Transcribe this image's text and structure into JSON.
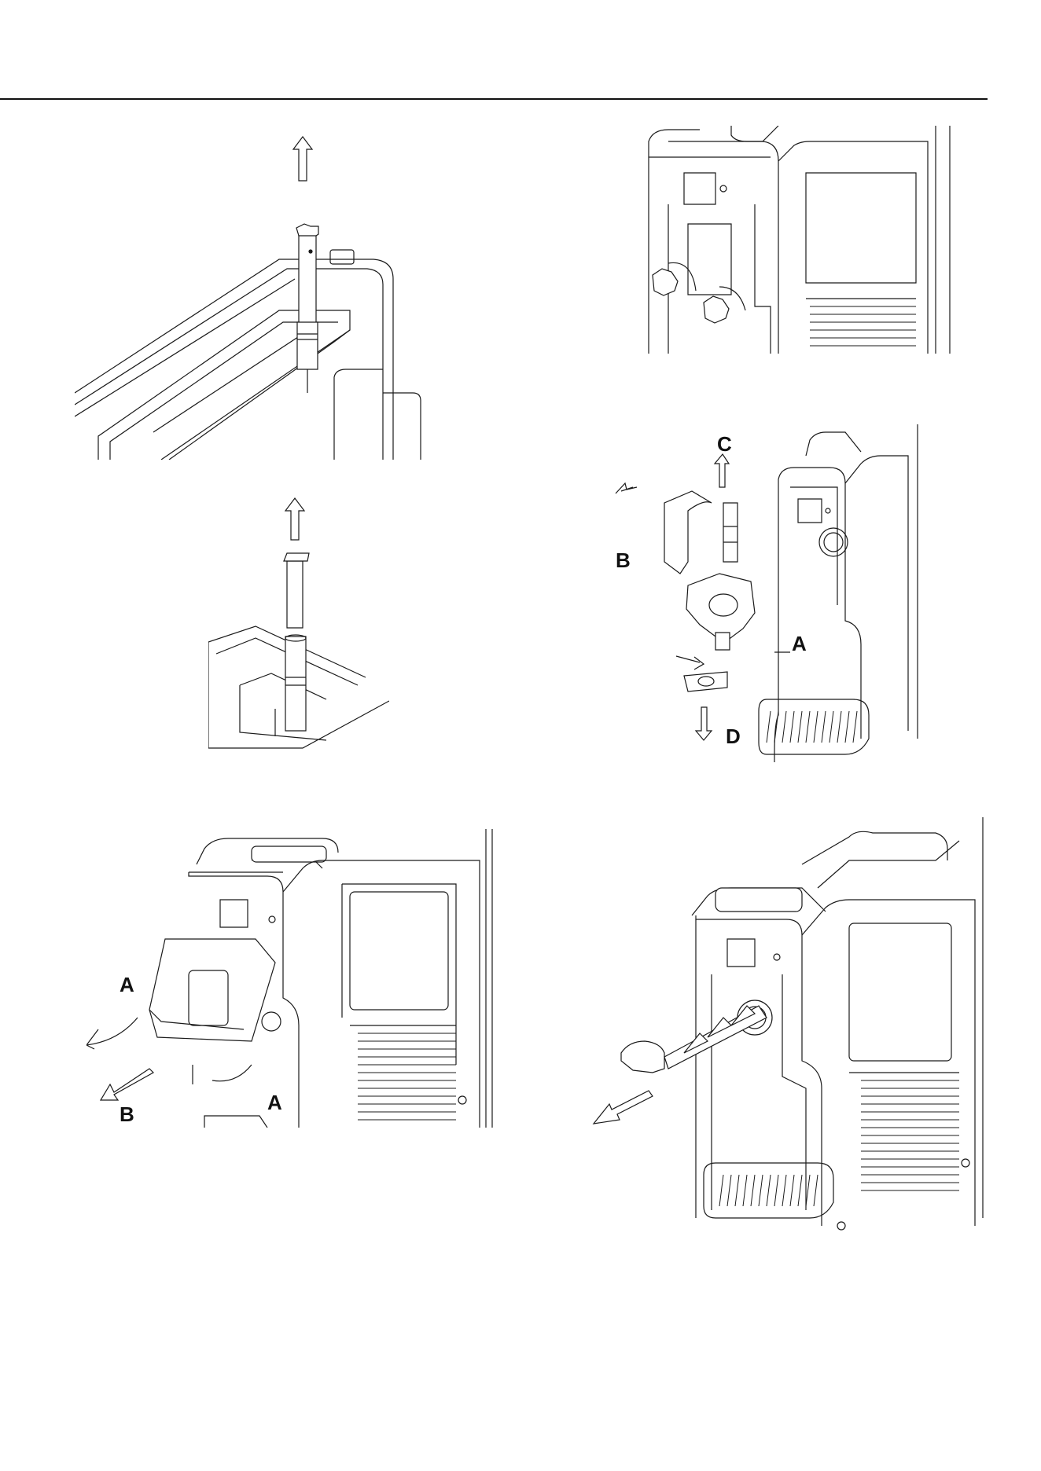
{
  "figures": {
    "fig_top_right": {
      "labels": []
    },
    "fig_exploded": {
      "labels": {
        "a": "A",
        "b": "B",
        "c": "C",
        "d": "D"
      }
    },
    "fig_panel_open": {
      "labels": {
        "a_left": "A",
        "a_right": "A",
        "b": "B"
      }
    },
    "fig_auger": {
      "labels": []
    }
  },
  "colors": {
    "line": "#1a1a1a",
    "shade": "#9a9a9a",
    "rule": "#111111"
  }
}
